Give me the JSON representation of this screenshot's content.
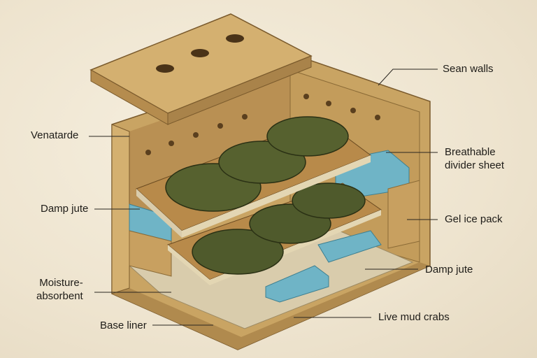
{
  "labels": {
    "seam_walls": "Sean walls",
    "venatarde": "Venatarde",
    "breathable_divider_line1": "Breathable",
    "breathable_divider_line2": "divider sheet",
    "damp_jute_left": "Damp jute",
    "gel_ice_pack": "Gel ice pack",
    "damp_jute_right": "Damp jute",
    "moisture_absorbent_line1": "Moisture-",
    "moisture_absorbent_line2": "absorbent",
    "base_liner": "Base liner",
    "live_mud_crabs": "Live mud crabs"
  },
  "colors": {
    "cardboard": "#c9a463",
    "cardboard_dark": "#a9834a",
    "jute": "#b88a4a",
    "ice": "#6fb4c6",
    "crab": "#4f5a2c",
    "liner": "#d9ccac"
  }
}
